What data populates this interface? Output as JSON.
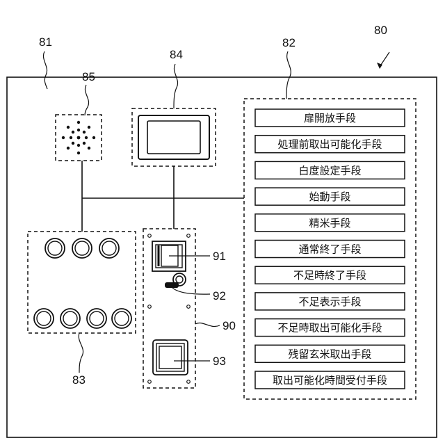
{
  "references": {
    "device": "80",
    "body": "81",
    "control_unit": "82",
    "buttons": "83",
    "display": "84",
    "speaker": "85",
    "dispensing_unit": "90",
    "part_91": "91",
    "part_92": "92",
    "part_93": "93"
  },
  "control_functions": [
    "扉開放手段",
    "処理前取出可能化手段",
    "白度設定手段",
    "始動手段",
    "精米手段",
    "通常終了手段",
    "不足時終了手段",
    "不足表示手段",
    "不足時取出可能化手段",
    "残留玄米取出手段",
    "取出可能化時間受付手段"
  ]
}
